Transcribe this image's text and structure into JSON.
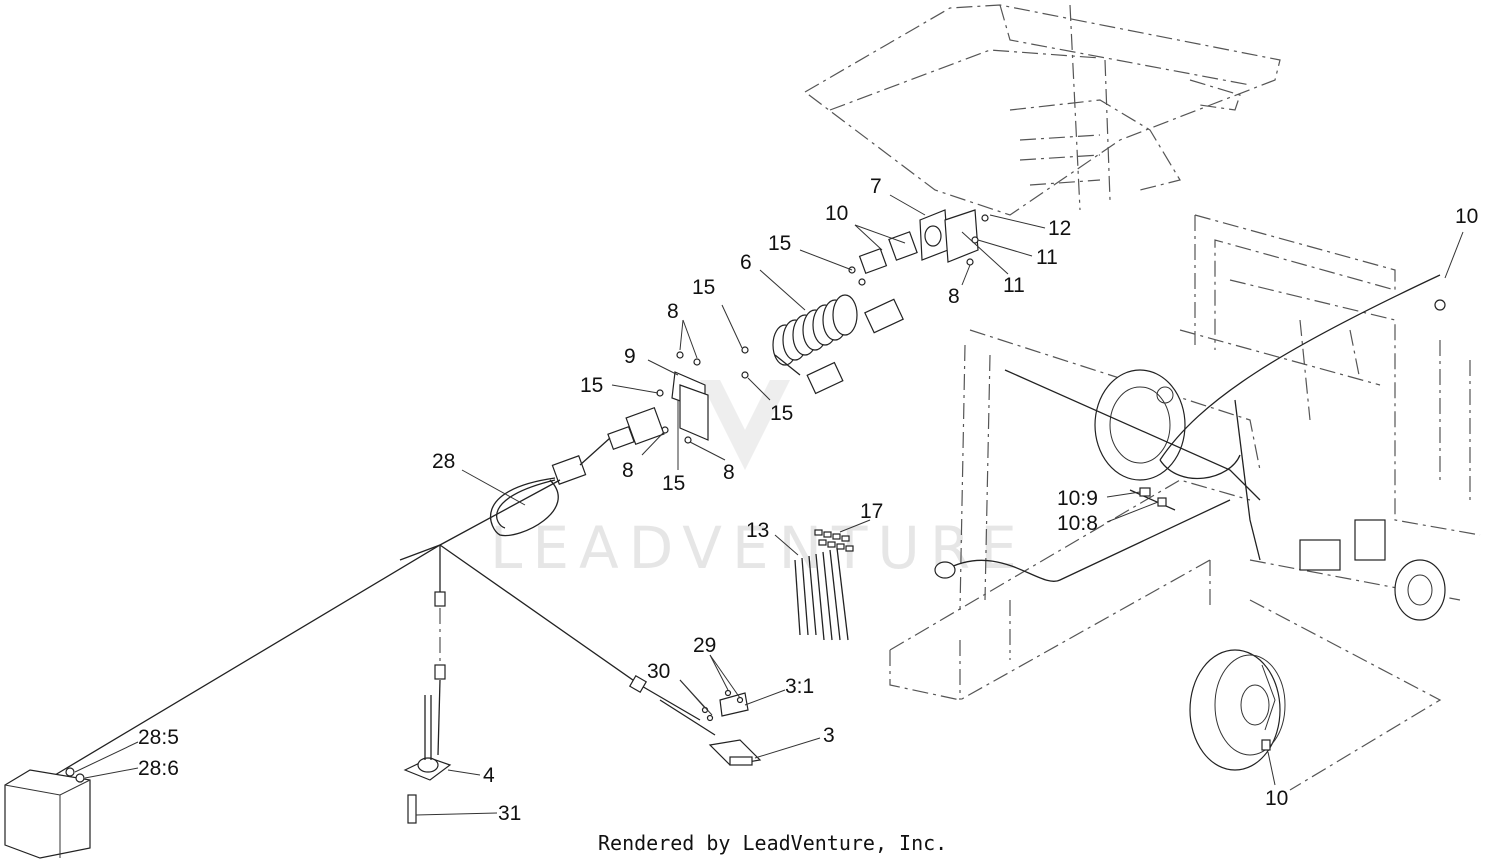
{
  "credit": "Rendered by LeadVenture, Inc.",
  "watermark": "LEADVENTURE",
  "callouts": [
    {
      "id": "c7",
      "text": "7"
    },
    {
      "id": "c10a",
      "text": "10"
    },
    {
      "id": "c15a",
      "text": "15"
    },
    {
      "id": "c12",
      "text": "12"
    },
    {
      "id": "c11a",
      "text": "11"
    },
    {
      "id": "c11b",
      "text": "11"
    },
    {
      "id": "c8a",
      "text": "8"
    },
    {
      "id": "c10b",
      "text": "10"
    },
    {
      "id": "c6",
      "text": "6"
    },
    {
      "id": "c15b",
      "text": "15"
    },
    {
      "id": "c8b",
      "text": "8"
    },
    {
      "id": "c9",
      "text": "9"
    },
    {
      "id": "c15c",
      "text": "15"
    },
    {
      "id": "c15d",
      "text": "15"
    },
    {
      "id": "c8c",
      "text": "8"
    },
    {
      "id": "c15e",
      "text": "15"
    },
    {
      "id": "c8d",
      "text": "8"
    },
    {
      "id": "c28",
      "text": "28"
    },
    {
      "id": "c17",
      "text": "17"
    },
    {
      "id": "c13",
      "text": "13"
    },
    {
      "id": "c109",
      "text": "10:9"
    },
    {
      "id": "c108",
      "text": "10:8"
    },
    {
      "id": "c29",
      "text": "29"
    },
    {
      "id": "c30",
      "text": "30"
    },
    {
      "id": "c31x",
      "text": "3:1"
    },
    {
      "id": "c3",
      "text": "3"
    },
    {
      "id": "c285",
      "text": "28:5"
    },
    {
      "id": "c286",
      "text": "28:6"
    },
    {
      "id": "c4",
      "text": "4"
    },
    {
      "id": "c31",
      "text": "31"
    },
    {
      "id": "c10c",
      "text": "10"
    }
  ]
}
